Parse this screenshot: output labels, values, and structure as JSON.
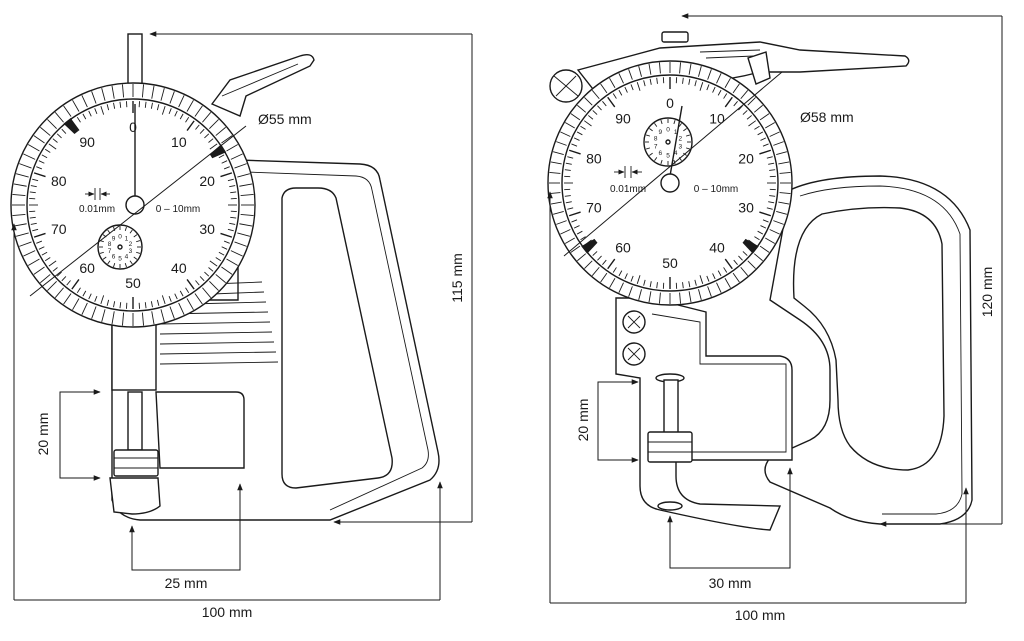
{
  "left_gauge": {
    "diameter_label": "Ø55 mm",
    "height_label": "115 mm",
    "depth_label": "20 mm",
    "throat_label": "25 mm",
    "width_label": "100 mm",
    "dial": {
      "scale_numbers": [
        "0",
        "10",
        "20",
        "30",
        "40",
        "50",
        "60",
        "70",
        "80",
        "90"
      ],
      "resolution": "0.01mm",
      "range": "0 – 10mm"
    }
  },
  "right_gauge": {
    "diameter_label": "Ø58 mm",
    "height_label": "120 mm",
    "depth_label": "20 mm",
    "throat_label": "30 mm",
    "width_label": "100 mm",
    "dial": {
      "scale_numbers": [
        "0",
        "10",
        "20",
        "30",
        "40",
        "50",
        "60",
        "70",
        "80",
        "90"
      ],
      "resolution": "0.01mm",
      "range": "0 – 10mm"
    }
  }
}
